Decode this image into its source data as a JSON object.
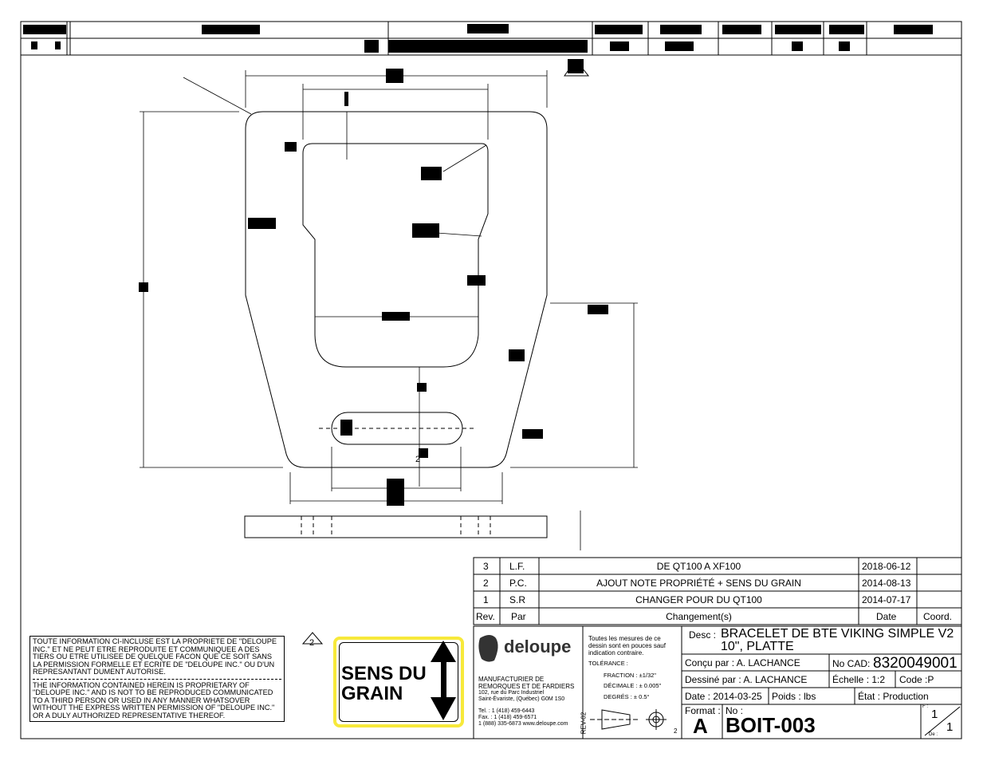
{
  "revisions": {
    "rows": [
      {
        "rev": "3",
        "par": "L.F.",
        "change": "DE QT100 A XF100",
        "date": "2018-06-12",
        "coord": ""
      },
      {
        "rev": "2",
        "par": "P.C.",
        "change": "AJOUT NOTE PROPRIÉTÉ + SENS DU GRAIN",
        "date": "2014-08-13",
        "coord": ""
      },
      {
        "rev": "1",
        "par": "S.R",
        "change": "CHANGER POUR DU QT100",
        "date": "2014-07-17",
        "coord": ""
      }
    ],
    "header": {
      "rev": "Rev.",
      "par": "Par",
      "change": "Changement(s)",
      "date": "Date",
      "coord": "Coord."
    }
  },
  "notes": {
    "fr": "TOUTE INFORMATION CI-INCLUSE EST LA PROPRIETE DE \"DELOUPE INC.\" ET NE PEUT ETRE REPRODUITE ET COMMUNIQUEE A DES TIERS OU ETRE UTILISEE DE QUELQUE FACON QUE CE SOIT SANS LA PERMISSION FORMELLE ET ECRITE DE \"DELOUPE INC.\" OU D'UN REPRESANTANT DUMENT AUTORISE.",
    "en": "THE INFORMATION CONTAINED HEREIN IS PROPRIETARY OF \"DELOUPE INC.\" AND IS NOT TO BE REPRODUCED COMMUNICATED TO A THIRD PERSON OR USED IN ANY MANNER WHATSOVER WITHOUT THE EXPRESS WRITTEN PERMISSION OF \"DELOUPE INC.\" OR A DULY AUTHORIZED REPRESENTATIVE THEREOF."
  },
  "rev_marker": "2",
  "grain": {
    "line1": "SENS DU",
    "line2": "GRAIN",
    "highlight": "#f7e93a"
  },
  "company": {
    "logo": "deloupe",
    "line1": "MANUFACTURIER DE",
    "line2": "REMORQUES ET DE FARDIERS",
    "addr1": "102, rue du Parc Industriel",
    "addr2": "Saint-Évariste, (Québec) G0M 1S0",
    "tel": "Tel. :  1 (418) 459-6443",
    "fax": "Fax. : 1 (418) 459-6571",
    "web": "1 (888) 335-6873  www.deloupe.com"
  },
  "tolerance": {
    "intro": "Toutes les mesures de ce dessin sont en pouces sauf indication contraire.",
    "label": "TOLÉRANCE :",
    "fraction": "FRACTION :  ±1/32\"",
    "decimal": "DÉCIMALE :  ± 0.005\"",
    "degrees": "DEGRÉS   :  ± 0.5°",
    "rev": "REV-02",
    "projection_num": "2"
  },
  "title": {
    "desc_label": "Desc :",
    "desc": "BRACELET DE BTE VIKING SIMPLE V2",
    "desc2": "10\", PLATTE",
    "concu": "Conçu par :   A. LACHANCE",
    "cad_label": "No CAD:",
    "cad": "8320049001",
    "dessine": "Dessiné par : A. LACHANCE",
    "echelle": "Échelle : 1:2",
    "code": "Code :P",
    "date": "Date : 2014-03-25",
    "poids": "Poids :  lbs",
    "etat": "État : Production",
    "format_label": "Format :",
    "format": "A",
    "no_label": "No :",
    "no": "BOIT-003",
    "sheet": "1",
    "of": "1",
    "sheet_label": "F :",
    "of_label": "De :"
  },
  "drawing": {
    "slot_label": "2"
  }
}
